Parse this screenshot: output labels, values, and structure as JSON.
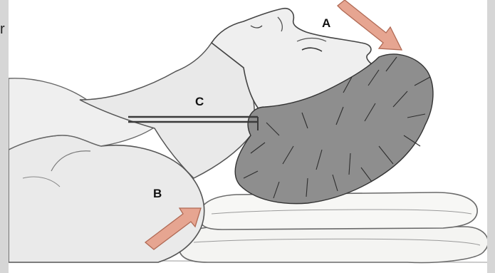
{
  "figure": {
    "stray_text": "r",
    "labels": {
      "a": "A",
      "b": "B",
      "c": "C"
    },
    "colors": {
      "background_frame": "#d6d6d6",
      "arrow_fill": "#e6a591",
      "arrow_stroke": "#b06a55",
      "reference_line": "#3a3a3a"
    }
  }
}
